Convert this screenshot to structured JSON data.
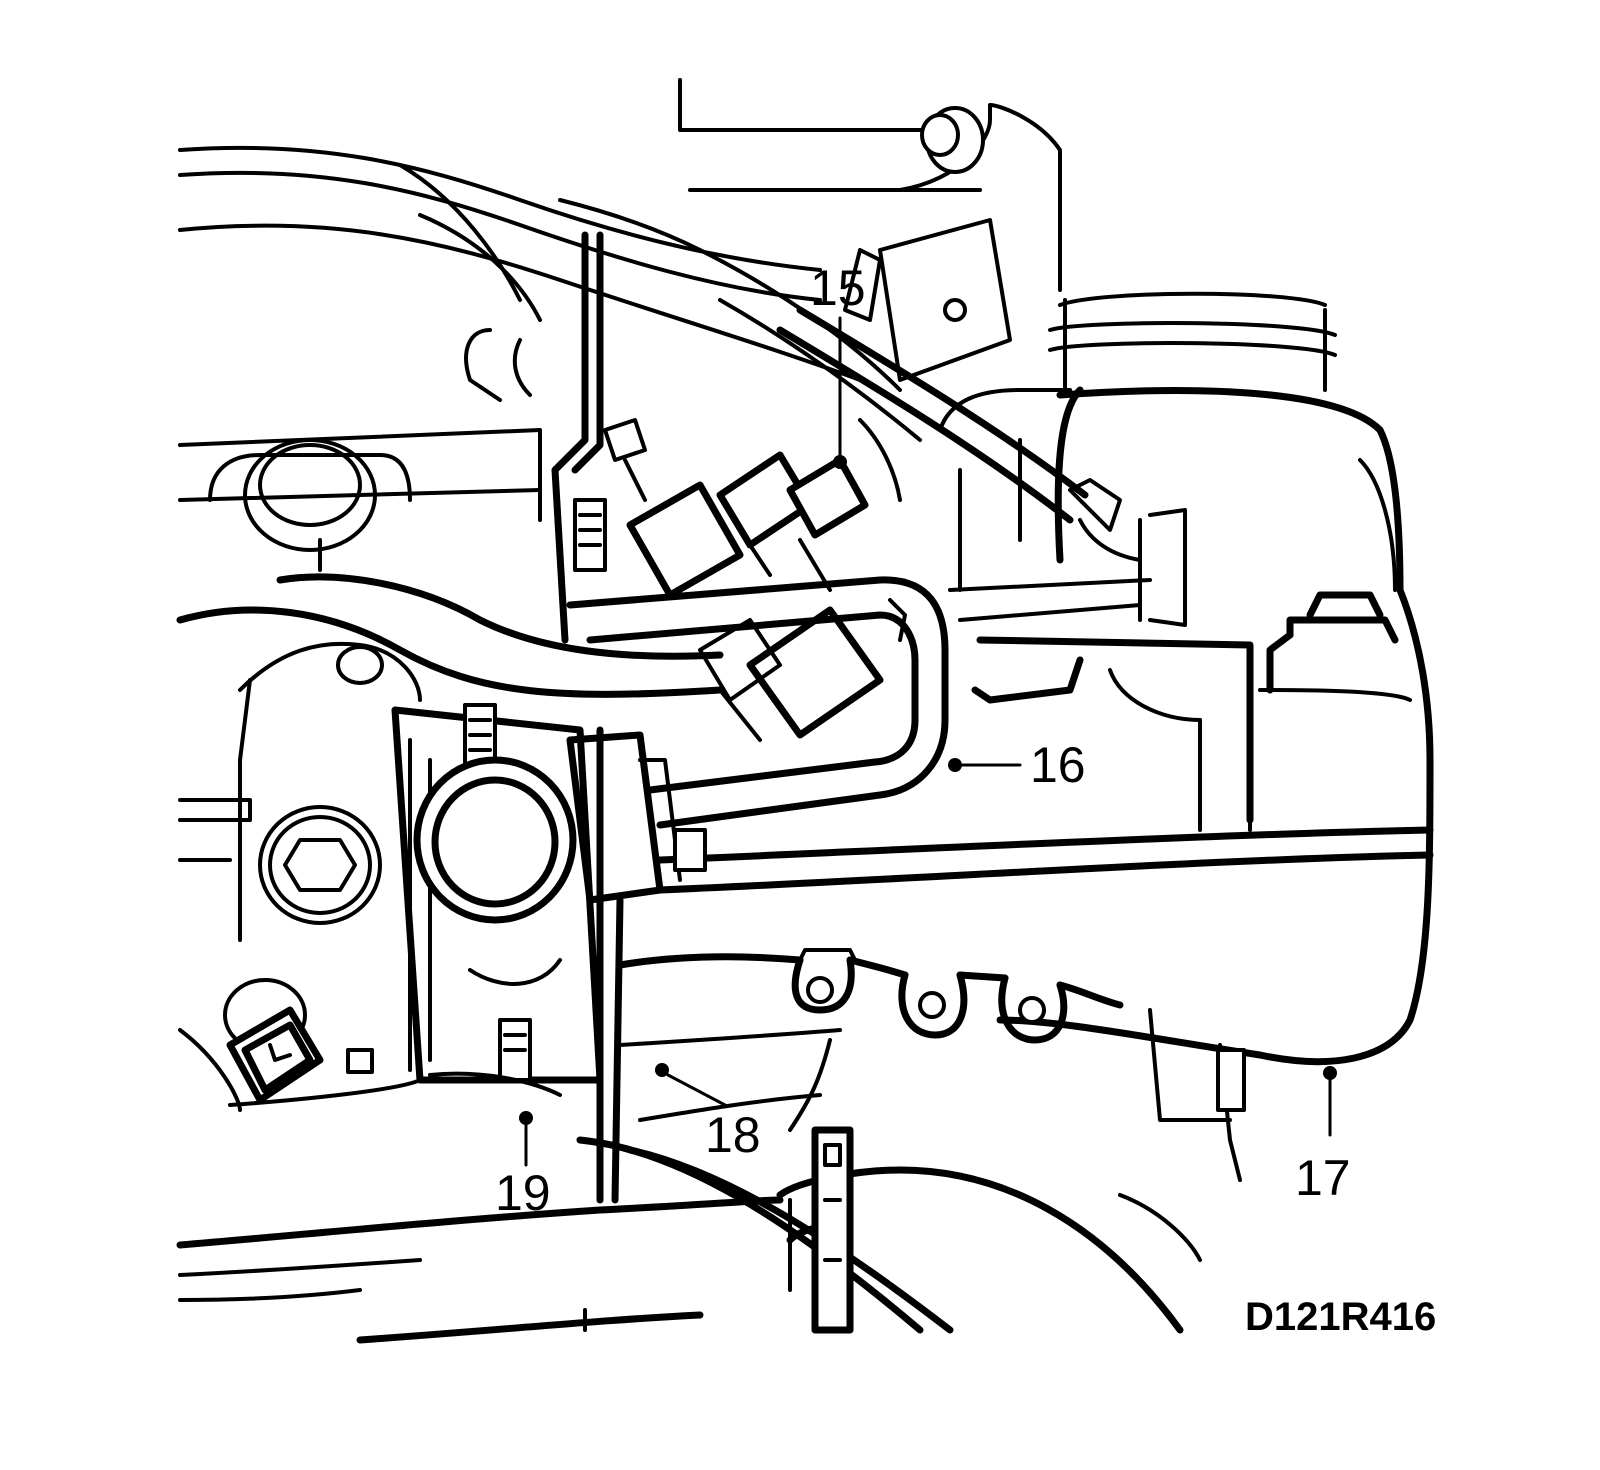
{
  "callouts": [
    {
      "id": "15",
      "text": "15"
    },
    {
      "id": "16",
      "text": "16"
    },
    {
      "id": "17",
      "text": "17"
    },
    {
      "id": "18",
      "text": "18"
    },
    {
      "id": "19",
      "text": "19"
    }
  ],
  "figure_code": "D121R416",
  "colors": {
    "ink": "#000000",
    "paper": "#ffffff"
  }
}
